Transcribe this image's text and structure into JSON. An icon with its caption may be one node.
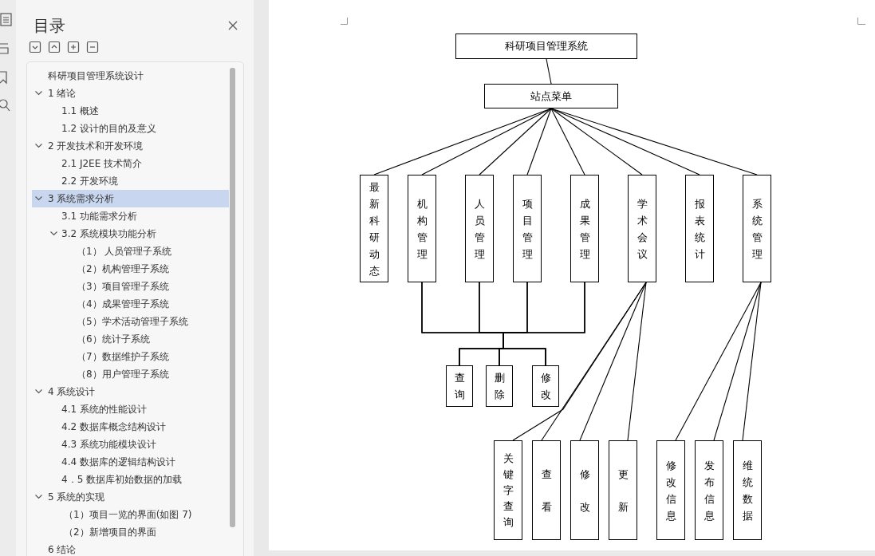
{
  "diagram": {
    "nodes": [
      {
        "text": [
          "科研项目管理系统"
        ]
      },
      {
        "text": [
          "站点菜单"
        ]
      },
      {
        "text": [
          "最新科研动态"
        ]
      },
      {
        "text": [
          "机构管理"
        ]
      },
      {
        "text": [
          "人员管理"
        ]
      },
      {
        "text": [
          "项目管理"
        ]
      },
      {
        "text": [
          "成果管理"
        ]
      },
      {
        "text": [
          "学术会议"
        ]
      },
      {
        "text": [
          "报表统计"
        ]
      },
      {
        "text": [
          "系统管理"
        ]
      },
      {
        "text": [
          "查询"
        ]
      },
      {
        "text": [
          "删除"
        ]
      },
      {
        "text": [
          "修改"
        ]
      },
      {
        "text": [
          "关键字查询"
        ]
      },
      {
        "text": [
          "查看"
        ]
      },
      {
        "text": [
          "修改"
        ]
      },
      {
        "text": [
          "更新"
        ]
      },
      {
        "text": [
          "修改信息"
        ]
      },
      {
        "text": [
          "发布信息"
        ]
      },
      {
        "text": [
          "维统数据"
        ]
      }
    ],
    "edges": [
      {
        "from": 0,
        "to": 1,
        "arrow": "none"
      },
      {
        "from": 1,
        "to": 2,
        "arrow": "none"
      },
      {
        "from": 1,
        "to": 3,
        "arrow": "none"
      },
      {
        "from": 1,
        "to": 4,
        "arrow": "none"
      },
      {
        "from": 1,
        "to": 5,
        "arrow": "none"
      },
      {
        "from": 1,
        "to": 6,
        "arrow": "none"
      },
      {
        "from": 1,
        "to": 7,
        "arrow": "none"
      },
      {
        "from": 1,
        "to": 8,
        "arrow": "none"
      },
      {
        "from": 1,
        "to": 9,
        "arrow": "none"
      },
      {
        "from": 3,
        "to": 10,
        "arrow": "none"
      },
      {
        "from": 3,
        "to": 11,
        "arrow": "none"
      },
      {
        "from": 3,
        "to": 12,
        "arrow": "none"
      },
      {
        "from": 4,
        "to": 10,
        "arrow": "none"
      },
      {
        "from": 4,
        "to": 11,
        "arrow": "none"
      },
      {
        "from": 4,
        "to": 12,
        "arrow": "none"
      },
      {
        "from": 5,
        "to": 10,
        "arrow": "none"
      },
      {
        "from": 5,
        "to": 11,
        "arrow": "none"
      },
      {
        "from": 5,
        "to": 12,
        "arrow": "none"
      },
      {
        "from": 6,
        "to": 10,
        "arrow": "none"
      },
      {
        "from": 6,
        "to": 11,
        "arrow": "none"
      },
      {
        "from": 6,
        "to": 12,
        "arrow": "none"
      },
      {
        "from": 7,
        "to": 13,
        "arrow": "none"
      },
      {
        "from": 7,
        "to": 14,
        "arrow": "none"
      },
      {
        "from": 7,
        "to": 15,
        "arrow": "none"
      },
      {
        "from": 7,
        "to": 16,
        "arrow": "none"
      },
      {
        "from": 9,
        "to": 17,
        "arrow": "none"
      },
      {
        "from": 9,
        "to": 18,
        "arrow": "none"
      },
      {
        "from": 9,
        "to": 19,
        "arrow": "none"
      }
    ],
    "labels": [
      "目录",
      "科研项目管理系统设计",
      "1 绪论",
      "1.1 概述",
      "1.2 设计的目的及意义",
      "2 开发技术和开发环境",
      "2.1 J2EE 技术简介",
      "2.2 开发环境",
      "3 系统需求分析",
      "3.1 功能需求分析",
      "3.2 系统模块功能分析",
      "（1） 人员管理子系统",
      "（2）机构管理子系统",
      "（3）项目管理子系统",
      "（4）成果管理子系统",
      "（5）学术活动管理子系统",
      "（6）统计子系统",
      "（7）数据维护子系统",
      "（8）用户管理子系统",
      "4 系统设计",
      "4.1 系统的性能设计",
      "4.2 数据库概念结构设计",
      "4.3 系统功能模块设计",
      "4.4 数据库的逻辑结构设计",
      "4．5 数据库初始数据的加载",
      "5 系统的实现",
      "（1）项目一览的界面(如图 7)",
      "（2）新增项目的界面",
      "6 结论"
    ]
  }
}
